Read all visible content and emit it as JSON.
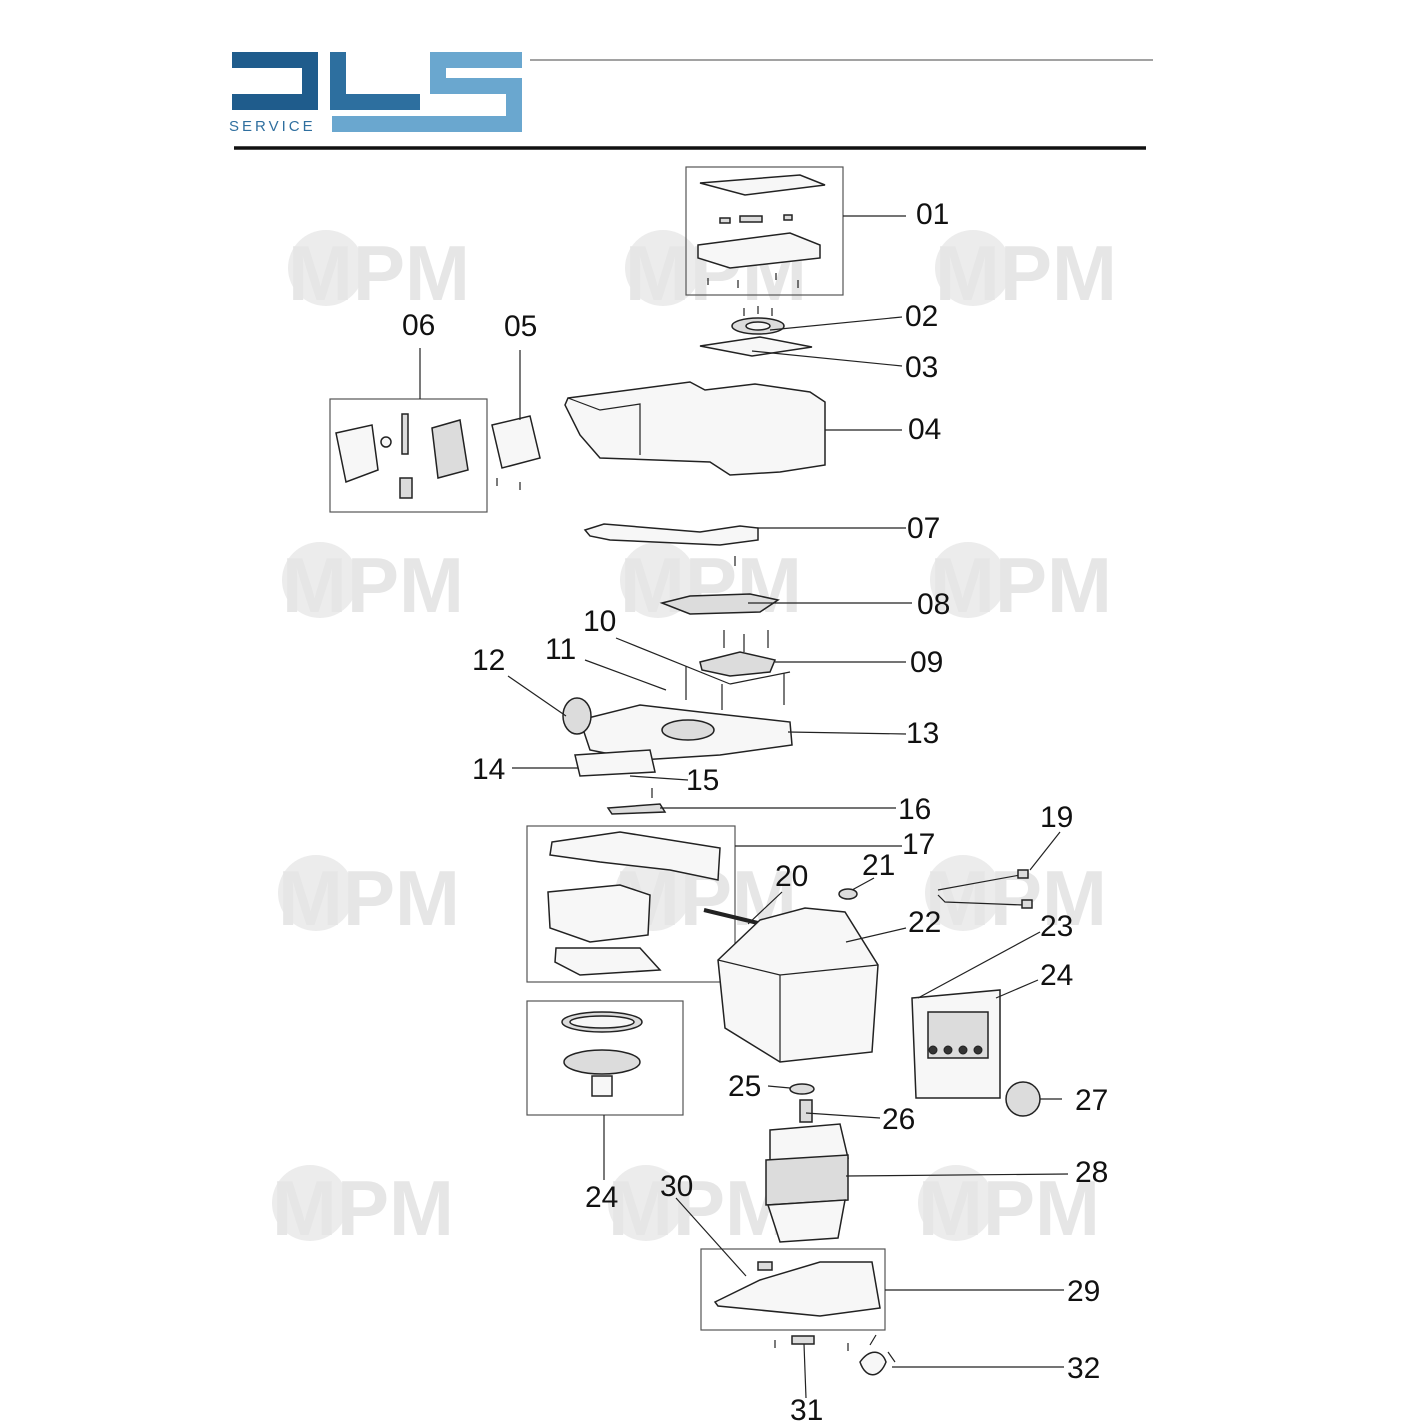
{
  "logo": {
    "brand": "DLS",
    "word": "SERVICE",
    "color_dark": "#1f5c8c",
    "color_light": "#6aa7cf"
  },
  "watermark": {
    "text": "MPM"
  },
  "callouts": [
    "01",
    "02",
    "03",
    "04",
    "05",
    "06",
    "07",
    "08",
    "09",
    "10",
    "11",
    "12",
    "13",
    "14",
    "15",
    "16",
    "17",
    "19",
    "20",
    "21",
    "22",
    "23",
    "24",
    "24",
    "25",
    "26",
    "27",
    "28",
    "29",
    "30",
    "31",
    "32"
  ]
}
